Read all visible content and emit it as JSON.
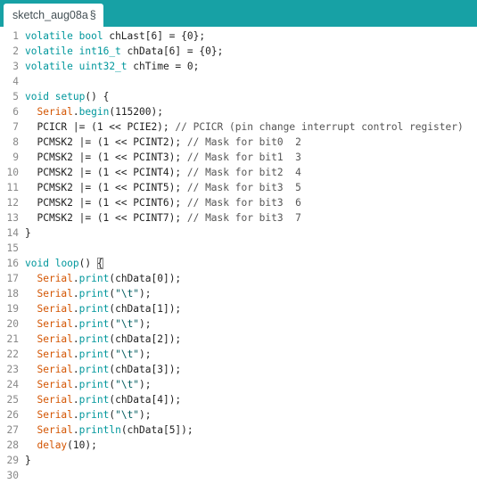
{
  "tab": {
    "title": "sketch_aug08a",
    "modified_marker": "§"
  },
  "colors": {
    "tabbar": "#17a1a5",
    "keyword": "#00979c",
    "function": "#d35400",
    "string": "#005c5f"
  },
  "editor": {
    "lines": [
      {
        "n": "1",
        "tokens": [
          [
            "kw",
            "volatile"
          ],
          [
            "t",
            " "
          ],
          [
            "kw",
            "bool"
          ],
          [
            "t",
            " chLast[6] = {0};"
          ]
        ]
      },
      {
        "n": "2",
        "tokens": [
          [
            "kw",
            "volatile"
          ],
          [
            "t",
            " "
          ],
          [
            "kw",
            "int16_t"
          ],
          [
            "t",
            " chData[6] = {0};"
          ]
        ]
      },
      {
        "n": "3",
        "tokens": [
          [
            "kw",
            "volatile"
          ],
          [
            "t",
            " "
          ],
          [
            "kw",
            "uint32_t"
          ],
          [
            "t",
            " chTime = 0;"
          ]
        ]
      },
      {
        "n": "4",
        "tokens": []
      },
      {
        "n": "5",
        "tokens": [
          [
            "kw",
            "void"
          ],
          [
            "t",
            " "
          ],
          [
            "kw",
            "setup"
          ],
          [
            "t",
            "() {"
          ]
        ]
      },
      {
        "n": "6",
        "tokens": [
          [
            "t",
            "  "
          ],
          [
            "fn",
            "Serial"
          ],
          [
            "t",
            "."
          ],
          [
            "kw",
            "begin"
          ],
          [
            "t",
            "(115200);"
          ]
        ]
      },
      {
        "n": "7",
        "tokens": [
          [
            "t",
            "  PCICR |= (1 << PCIE2); "
          ],
          [
            "cm",
            "// PCICR (pin change interrupt control register)"
          ]
        ]
      },
      {
        "n": "8",
        "tokens": [
          [
            "t",
            "  PCMSK2 |= (1 << PCINT2); "
          ],
          [
            "cm",
            "// Mask for bit0  2"
          ]
        ]
      },
      {
        "n": "9",
        "tokens": [
          [
            "t",
            "  PCMSK2 |= (1 << PCINT3); "
          ],
          [
            "cm",
            "// Mask for bit1  3"
          ]
        ]
      },
      {
        "n": "10",
        "tokens": [
          [
            "t",
            "  PCMSK2 |= (1 << PCINT4); "
          ],
          [
            "cm",
            "// Mask for bit2  4"
          ]
        ]
      },
      {
        "n": "11",
        "tokens": [
          [
            "t",
            "  PCMSK2 |= (1 << PCINT5); "
          ],
          [
            "cm",
            "// Mask for bit3  5"
          ]
        ]
      },
      {
        "n": "12",
        "tokens": [
          [
            "t",
            "  PCMSK2 |= (1 << PCINT6); "
          ],
          [
            "cm",
            "// Mask for bit3  6"
          ]
        ]
      },
      {
        "n": "13",
        "tokens": [
          [
            "t",
            "  PCMSK2 |= (1 << PCINT7); "
          ],
          [
            "cm",
            "// Mask for bit3  7"
          ]
        ]
      },
      {
        "n": "14",
        "tokens": [
          [
            "t",
            "}"
          ]
        ]
      },
      {
        "n": "15",
        "tokens": []
      },
      {
        "n": "16",
        "tokens": [
          [
            "kw",
            "void"
          ],
          [
            "t",
            " "
          ],
          [
            "kw",
            "loop"
          ],
          [
            "t",
            "() "
          ],
          [
            "br",
            "{"
          ]
        ]
      },
      {
        "n": "17",
        "tokens": [
          [
            "t",
            "  "
          ],
          [
            "fn",
            "Serial"
          ],
          [
            "t",
            "."
          ],
          [
            "kw",
            "print"
          ],
          [
            "t",
            "(chData[0]);"
          ]
        ]
      },
      {
        "n": "18",
        "tokens": [
          [
            "t",
            "  "
          ],
          [
            "fn",
            "Serial"
          ],
          [
            "t",
            "."
          ],
          [
            "kw",
            "print"
          ],
          [
            "t",
            "("
          ],
          [
            "str",
            "\"\\t\""
          ],
          [
            "t",
            ");"
          ]
        ]
      },
      {
        "n": "19",
        "tokens": [
          [
            "t",
            "  "
          ],
          [
            "fn",
            "Serial"
          ],
          [
            "t",
            "."
          ],
          [
            "kw",
            "print"
          ],
          [
            "t",
            "(chData[1]);"
          ]
        ]
      },
      {
        "n": "20",
        "tokens": [
          [
            "t",
            "  "
          ],
          [
            "fn",
            "Serial"
          ],
          [
            "t",
            "."
          ],
          [
            "kw",
            "print"
          ],
          [
            "t",
            "("
          ],
          [
            "str",
            "\"\\t\""
          ],
          [
            "t",
            ");"
          ]
        ]
      },
      {
        "n": "21",
        "tokens": [
          [
            "t",
            "  "
          ],
          [
            "fn",
            "Serial"
          ],
          [
            "t",
            "."
          ],
          [
            "kw",
            "print"
          ],
          [
            "t",
            "(chData[2]);"
          ]
        ]
      },
      {
        "n": "22",
        "tokens": [
          [
            "t",
            "  "
          ],
          [
            "fn",
            "Serial"
          ],
          [
            "t",
            "."
          ],
          [
            "kw",
            "print"
          ],
          [
            "t",
            "("
          ],
          [
            "str",
            "\"\\t\""
          ],
          [
            "t",
            ");"
          ]
        ]
      },
      {
        "n": "23",
        "tokens": [
          [
            "t",
            "  "
          ],
          [
            "fn",
            "Serial"
          ],
          [
            "t",
            "."
          ],
          [
            "kw",
            "print"
          ],
          [
            "t",
            "(chData[3]);"
          ]
        ]
      },
      {
        "n": "24",
        "tokens": [
          [
            "t",
            "  "
          ],
          [
            "fn",
            "Serial"
          ],
          [
            "t",
            "."
          ],
          [
            "kw",
            "print"
          ],
          [
            "t",
            "("
          ],
          [
            "str",
            "\"\\t\""
          ],
          [
            "t",
            ");"
          ]
        ]
      },
      {
        "n": "25",
        "tokens": [
          [
            "t",
            "  "
          ],
          [
            "fn",
            "Serial"
          ],
          [
            "t",
            "."
          ],
          [
            "kw",
            "print"
          ],
          [
            "t",
            "(chData[4]);"
          ]
        ]
      },
      {
        "n": "26",
        "tokens": [
          [
            "t",
            "  "
          ],
          [
            "fn",
            "Serial"
          ],
          [
            "t",
            "."
          ],
          [
            "kw",
            "print"
          ],
          [
            "t",
            "("
          ],
          [
            "str",
            "\"\\t\""
          ],
          [
            "t",
            ");"
          ]
        ]
      },
      {
        "n": "27",
        "tokens": [
          [
            "t",
            "  "
          ],
          [
            "fn",
            "Serial"
          ],
          [
            "t",
            "."
          ],
          [
            "kw",
            "println"
          ],
          [
            "t",
            "(chData[5]);"
          ]
        ]
      },
      {
        "n": "28",
        "tokens": [
          [
            "t",
            "  "
          ],
          [
            "fn",
            "delay"
          ],
          [
            "t",
            "(10);"
          ]
        ]
      },
      {
        "n": "29",
        "tokens": [
          [
            "t",
            "}"
          ]
        ]
      },
      {
        "n": "30",
        "tokens": []
      }
    ]
  }
}
